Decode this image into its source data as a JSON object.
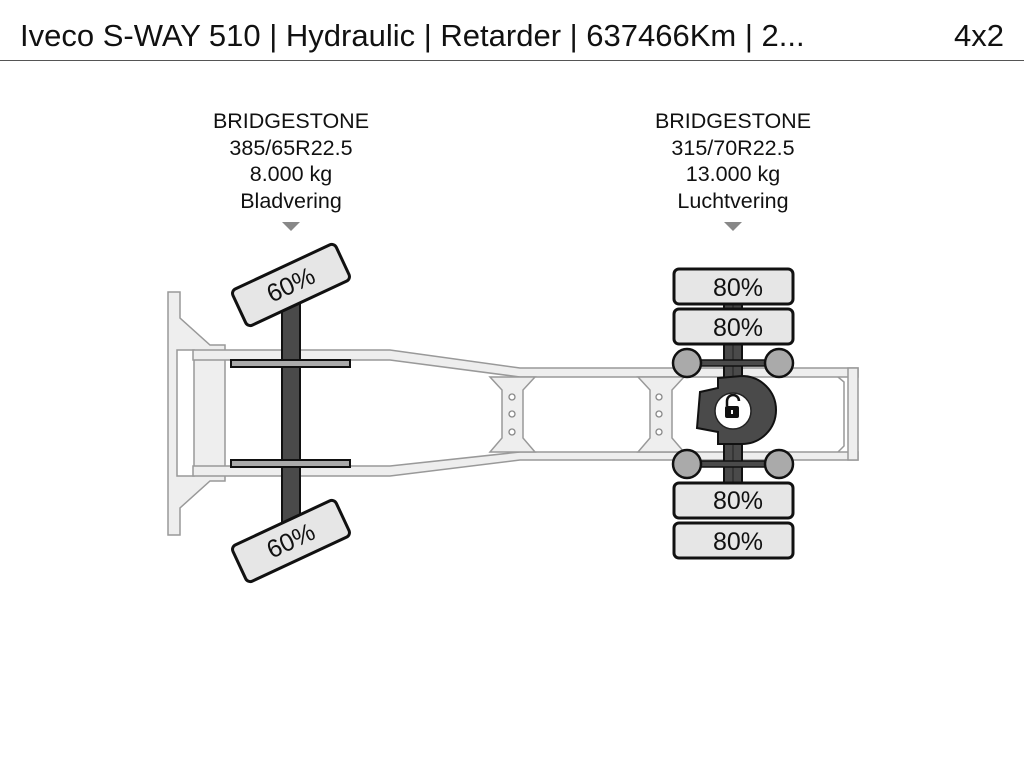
{
  "header": {
    "title": "Iveco S-WAY 510 | Hydraulic | Retarder | 637466Km | 2...",
    "configuration": "4x2"
  },
  "axles": [
    {
      "brand": "BRIDGESTONE",
      "tire_size": "385/65R22.5",
      "load": "8.000 kg",
      "suspension": "Bladvering",
      "tires": [
        "60%",
        "60%"
      ]
    },
    {
      "brand": "BRIDGESTONE",
      "tire_size": "315/70R22.5",
      "load": "13.000 kg",
      "suspension": "Luchtvering",
      "tires": [
        "80%",
        "80%",
        "80%",
        "80%"
      ],
      "differential_lock_icon": "unlocked-padlock-icon"
    }
  ],
  "colors": {
    "tire_fill": "#e6e6e6",
    "axle": "#4a4a4a",
    "frame": "#eeeeee",
    "hub": "#aaaaaa"
  }
}
